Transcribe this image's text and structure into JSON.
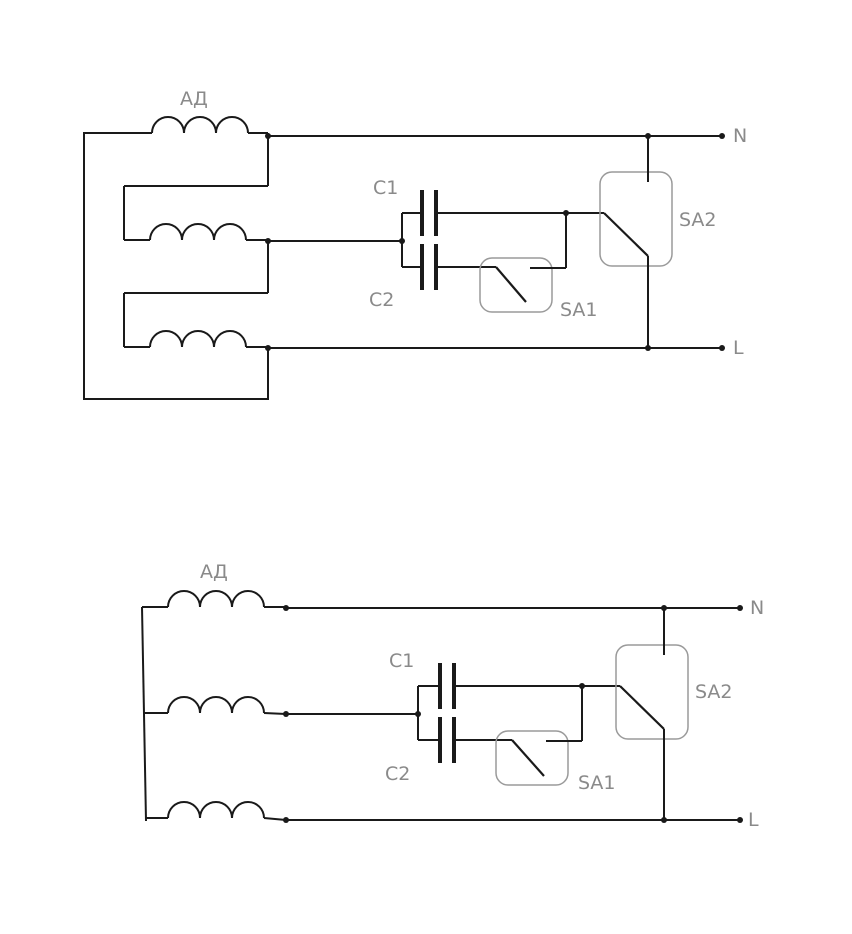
{
  "diagram_top": {
    "motor_label": "АД",
    "cap1_label": "C1",
    "cap2_label": "C2",
    "switch1_label": "SA1",
    "switch2_label": "SA2",
    "terminal_n": "N",
    "terminal_l": "L"
  },
  "diagram_bottom": {
    "motor_label": "АД",
    "cap1_label": "C1",
    "cap2_label": "C2",
    "switch1_label": "SA1",
    "switch2_label": "SA2",
    "terminal_n": "N",
    "terminal_l": "L"
  },
  "colors": {
    "wire": "#1a1a1a",
    "label": "#8a8a8a",
    "switch_box": "#9a9a9a"
  }
}
